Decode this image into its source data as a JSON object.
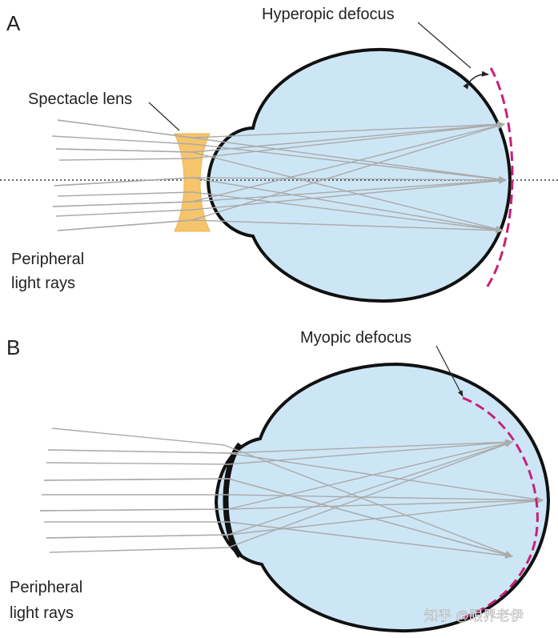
{
  "panel_a": {
    "letter": "A",
    "lens_label": "Spectacle lens",
    "defocus_label": "Hyperopic defocus",
    "rays_label_line1": "Peripheral",
    "rays_label_line2": "light rays"
  },
  "panel_b": {
    "letter": "B",
    "defocus_label": "Myopic defocus",
    "rays_label_line1": "Peripheral",
    "rays_label_line2": "light rays"
  },
  "watermark": "知乎 @眼界老伊",
  "colors": {
    "eye_fill": "#cde6f6",
    "eye_outline": "#111111",
    "lens_fill": "#f6c56b",
    "ray": "#aaaaaa",
    "defocus_curve": "#c8207a",
    "axis": "#333333"
  }
}
